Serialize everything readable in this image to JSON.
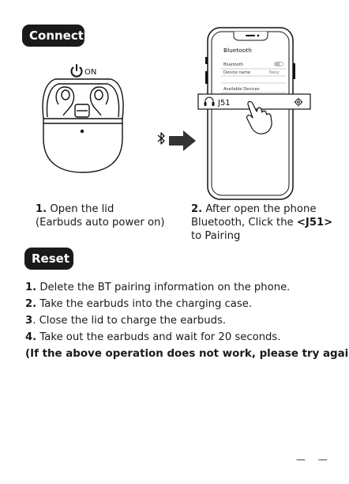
{
  "connect": {
    "header": "Connect",
    "power_label": "ON",
    "step1": {
      "number": "1.",
      "line1": "Open the lid",
      "line2": "(Earbuds auto power on)"
    },
    "step2": {
      "number": "2.",
      "line1": "After open the phone",
      "line2_pre": "Bluetooth, Click the ",
      "line2_bold": "<J51>",
      "line3": "to Pairing"
    },
    "phone": {
      "title": "Bluetooth",
      "row1_label": "Bluetooth",
      "row2_label": "Device name",
      "row2_value": "Nexy",
      "section_label": "Available Devices",
      "device_name": "J51"
    }
  },
  "reset": {
    "header": "Reset",
    "steps": [
      {
        "number": "1.",
        "text": " Delete the BT pairing information on the phone."
      },
      {
        "number": "2.",
        "text": " Take the earbuds into the charging case."
      },
      {
        "number": "3",
        "text": ". Close the lid to charge the earbuds."
      },
      {
        "number": "4.",
        "text": " Take out the earbuds and wait for 20 seconds."
      }
    ],
    "warning": "(If the above operation does not work, please try again)"
  },
  "footer": {
    "mark": "— —"
  },
  "colors": {
    "ink": "#1a1a1a",
    "pill_bg": "#1a1a1a",
    "pill_text": "#ffffff"
  }
}
